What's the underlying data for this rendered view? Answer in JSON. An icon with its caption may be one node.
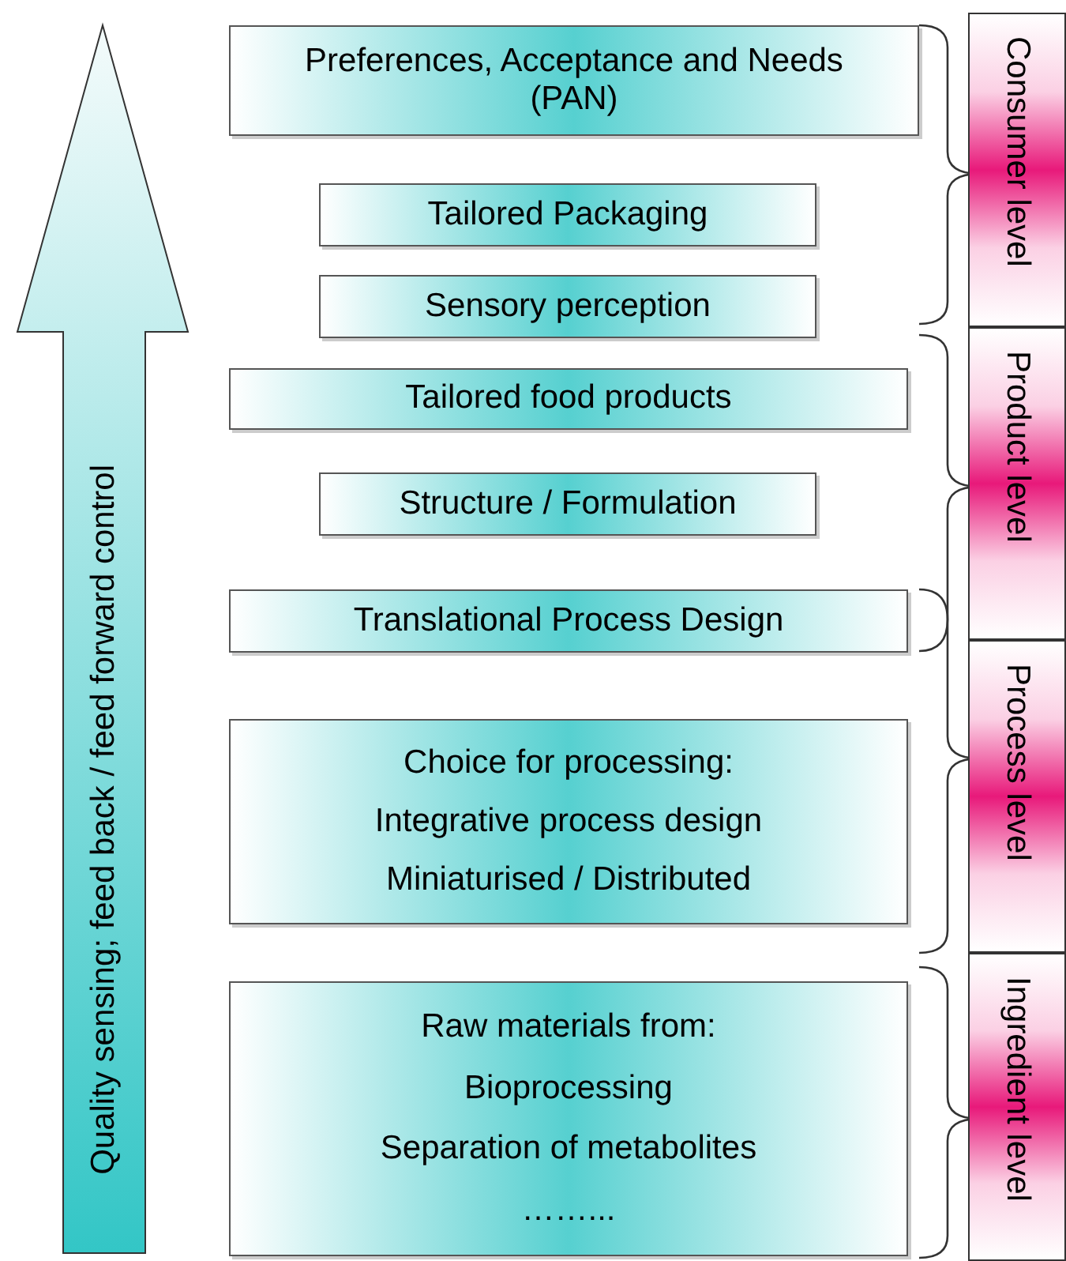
{
  "diagram": {
    "nodes": [
      {
        "text": [
          "Quality sensing; feed back / feed forward control"
        ]
      },
      {
        "text": [
          "Preferences, Acceptance and Needs (PAN)"
        ]
      },
      {
        "text": [
          "Tailored Packaging"
        ]
      },
      {
        "text": [
          "Sensory perception"
        ]
      },
      {
        "text": [
          "Tailored food products"
        ]
      },
      {
        "text": [
          "Structure / Formulation"
        ]
      },
      {
        "text": [
          "Translational Process Design"
        ]
      },
      {
        "text": [
          "Choice for processing:",
          "Integrative process design",
          "Miniaturised / Distributed"
        ]
      },
      {
        "text": [
          "Raw materials from:",
          "Bioprocessing",
          "Separation of metabolites",
          "……..."
        ]
      },
      {
        "text": [
          "Consumer level"
        ]
      },
      {
        "text": [
          "Product level"
        ]
      },
      {
        "text": [
          "Process level"
        ]
      },
      {
        "text": [
          "Ingredient level"
        ]
      }
    ]
  }
}
